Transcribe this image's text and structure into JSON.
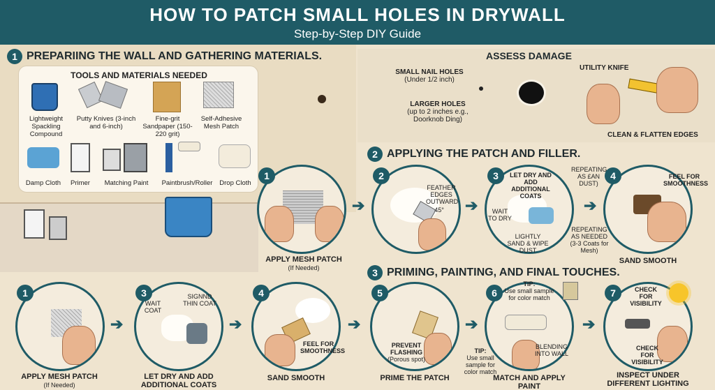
{
  "header": {
    "title": "HOW TO PATCH SMALL HOLES IN DRYWALL",
    "subtitle": "Step-by-Step DIY Guide"
  },
  "section1": {
    "number": "1",
    "title": "PREPARIING THE WALL AND GATHERING MATERIALS.",
    "tools_title": "TOOLS AND MATERIALS NEEDED",
    "tools": [
      "Lightweight Spackling Compound",
      "Putty Knives (3-inch and 6-inch)",
      "Fine-grit Sandpaper (150-220 grit)",
      "Self-Adhesive Mesh Patch",
      "Damp Cloth",
      "Primer",
      "Matching Paint",
      "Paintbrush/Roller",
      "Drop Cloth"
    ],
    "step_number": "1",
    "step_label": "APPLY MESH PATCH",
    "step_sub": "(If Needed)"
  },
  "assess": {
    "title": "ASSESS DAMAGE",
    "small_holes": "SMALL NAIL HOLES",
    "small_holes_sub": "(Under 1/2 inch)",
    "larger_holes": "LARGER HOLES",
    "larger_holes_sub": "(up to 2 inches e.g., Doorknob Ding)",
    "knife": "UTILITY KNIFE",
    "clean": "CLEAN & FLATTEN EDGES"
  },
  "section2": {
    "number": "2",
    "title": "APPLYING THE PATCH AND FILLER.",
    "s2": {
      "number": "2",
      "text": "FEATHER EDGES OUTWARD",
      "angle": "45°"
    },
    "s3": {
      "number": "3",
      "text": "LET DRY AND ADD ADDITIONAL COATS",
      "wait": "WAIT TO DRY",
      "sand": "LIGHTLY SAND & WIPE DUST",
      "repeat1": "REPEATING AS £AN DUST)",
      "repeat2": "REPEATING AS NEEDED (3-3 Coats for Mesh)"
    },
    "s4": {
      "number": "4",
      "text": "FEEL FOR SMOOTHNESS",
      "label": "SAND SMOOTH"
    }
  },
  "section3": {
    "number": "3",
    "title": "PRIMING, PAINTING, AND FINAL TOUCHES."
  },
  "bottom": [
    {
      "number": "1",
      "label": "APPLY MESH PATCH",
      "sub": "(If Needed)"
    },
    {
      "number": "3",
      "label": "LET DRY AND ADD ADDITIONAL COATS",
      "note1": "WAIT COAT",
      "note2": "SIGNND THIN COAT"
    },
    {
      "number": "4",
      "label": "SAND SMOOTH",
      "note": "FEEL FOR SMOOTHNESS"
    },
    {
      "number": "5",
      "label": "PRIME THE PATCH",
      "note": "PREVENT FLASHING",
      "note_sub": "(Porous spot)"
    },
    {
      "number": "6",
      "label": "MATCH AND APPLY PAINT",
      "tip": "TIP:",
      "tip_text": "Use small sample for color match",
      "tip2": "TIP:",
      "tip2_text": "Use small sample for color match",
      "blend": "BLENDING INTO WALL"
    },
    {
      "number": "7",
      "label": "INSPECT UNDER DIFFERENT LIGHTING",
      "note1": "CHECK FOR VISIBILITY",
      "note2": "CHECK FOR VISIBILITY"
    }
  ]
}
